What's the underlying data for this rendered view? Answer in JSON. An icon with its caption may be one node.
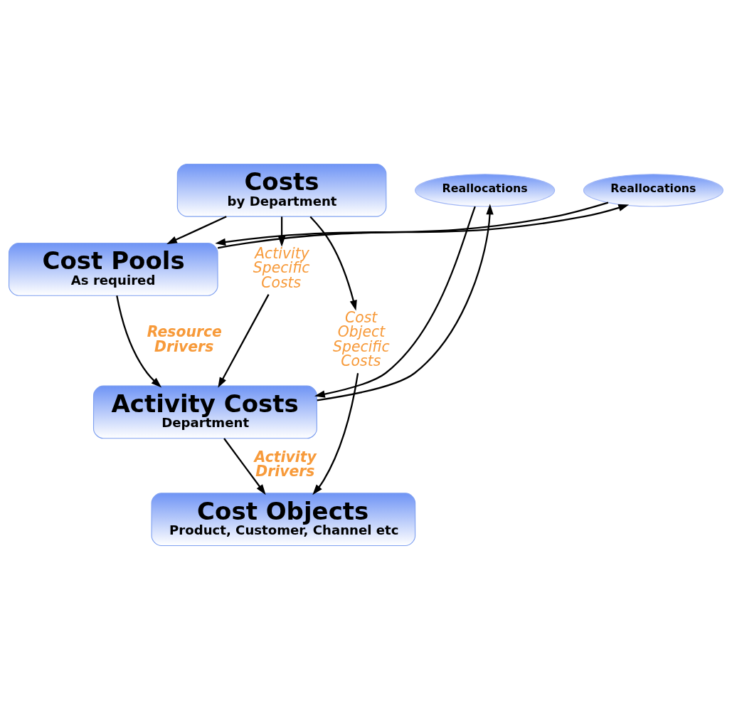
{
  "diagram": {
    "nodes": [
      {
        "text": [
          "Costs",
          "by Department"
        ]
      },
      {
        "text": [
          "Reallocations"
        ]
      },
      {
        "text": [
          "Cost Pools",
          "As required"
        ]
      },
      {
        "text": [
          "Activity Specific Costs"
        ]
      },
      {
        "text": [
          "Reallocations"
        ]
      },
      {
        "text": [
          "Activity Costs",
          "Department"
        ]
      },
      {
        "text": [
          "Cost Object Specific Costs"
        ]
      },
      {
        "text": [
          "Cost Objects",
          "Product, Customer, Channel etc"
        ]
      }
    ],
    "edges": [
      {
        "from": 0,
        "to": 2,
        "arrow": "to"
      },
      {
        "from": 2,
        "to": 1,
        "arrow": "to"
      },
      {
        "from": 1,
        "to": 2,
        "arrow": "to"
      },
      {
        "from": 0,
        "to": 3,
        "arrow": "to"
      },
      {
        "from": 3,
        "to": 5,
        "arrow": "to"
      },
      {
        "from": 0,
        "to": 6,
        "arrow": "to"
      },
      {
        "from": 6,
        "to": 7,
        "arrow": "to"
      },
      {
        "from": 2,
        "to": 5,
        "arrow": "to",
        "label": "Resource Drivers"
      },
      {
        "from": 5,
        "to": 4,
        "arrow": "to"
      },
      {
        "from": 4,
        "to": 5,
        "arrow": "to"
      },
      {
        "from": 5,
        "to": 7,
        "arrow": "to",
        "label": "Activity Drivers"
      }
    ]
  }
}
